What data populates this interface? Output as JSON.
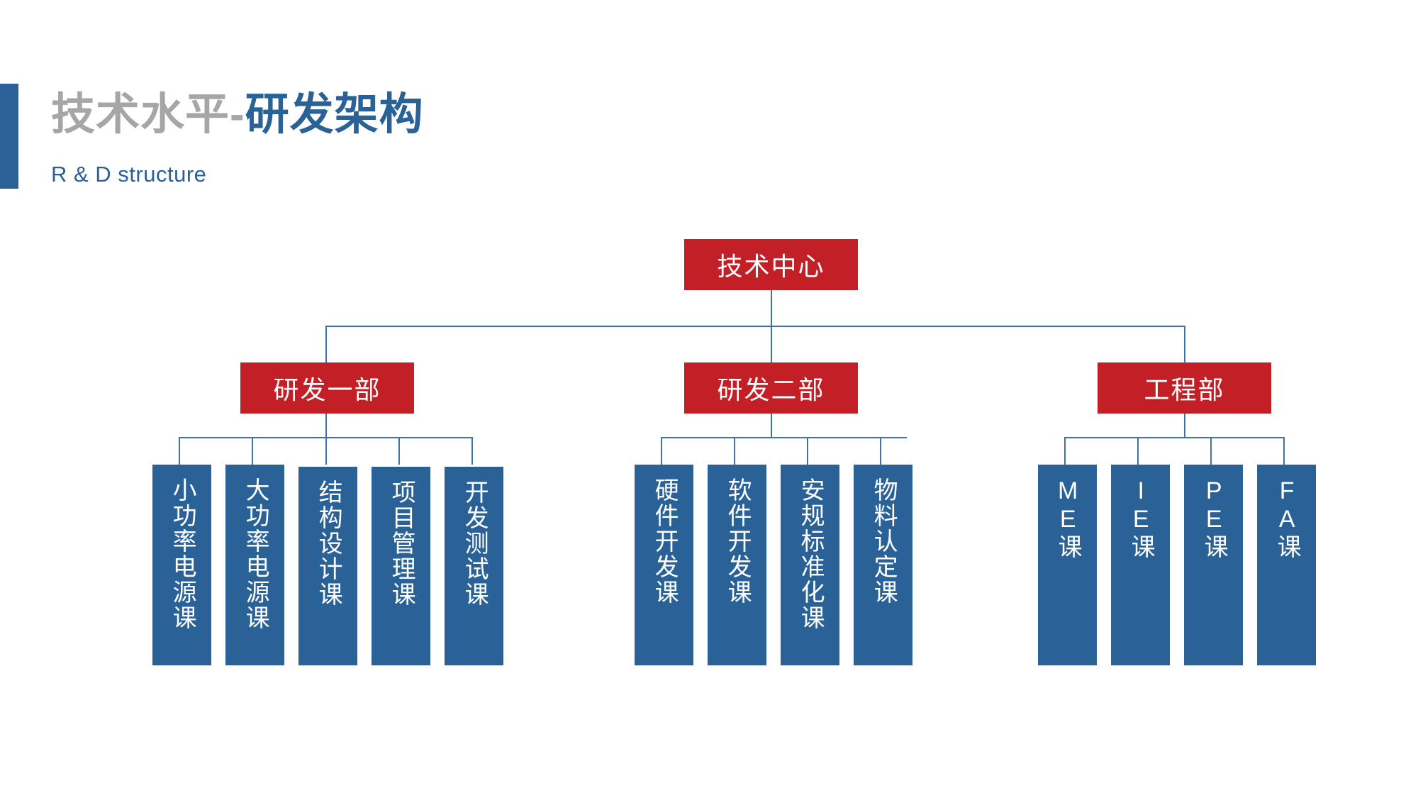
{
  "header": {
    "title_gray": "技术水平-",
    "title_blue": "研发架构",
    "subtitle": "R & D structure",
    "accent_color": "#2A6298",
    "gray_color": "#A6A6A6"
  },
  "palette": {
    "red": "#C22026",
    "blue": "#2A6298",
    "connector": "#3E72A8",
    "background": "#FFFFFF"
  },
  "chart_data": {
    "type": "diagram",
    "diagram_kind": "org-chart",
    "title": "技术水平-研发架构",
    "subtitle": "R & D structure",
    "root": {
      "label": "技术中心",
      "color": "#C22026"
    },
    "departments": [
      {
        "label": "研发一部",
        "color": "#C22026",
        "sections": [
          {
            "label": "小功率电源课"
          },
          {
            "label": "大功率电源课"
          },
          {
            "label": "结构设计课"
          },
          {
            "label": "项目管理课"
          },
          {
            "label": "开发测试课"
          }
        ]
      },
      {
        "label": "研发二部",
        "color": "#C22026",
        "sections": [
          {
            "label": "硬件开发课"
          },
          {
            "label": "软件开发课"
          },
          {
            "label": "安规标准化课"
          },
          {
            "label": "物料认定课"
          }
        ]
      },
      {
        "label": "工程部",
        "color": "#C22026",
        "sections": [
          {
            "label": "ME课"
          },
          {
            "label": "IE课"
          },
          {
            "label": "PE课"
          },
          {
            "label": "FA课"
          }
        ]
      }
    ]
  }
}
